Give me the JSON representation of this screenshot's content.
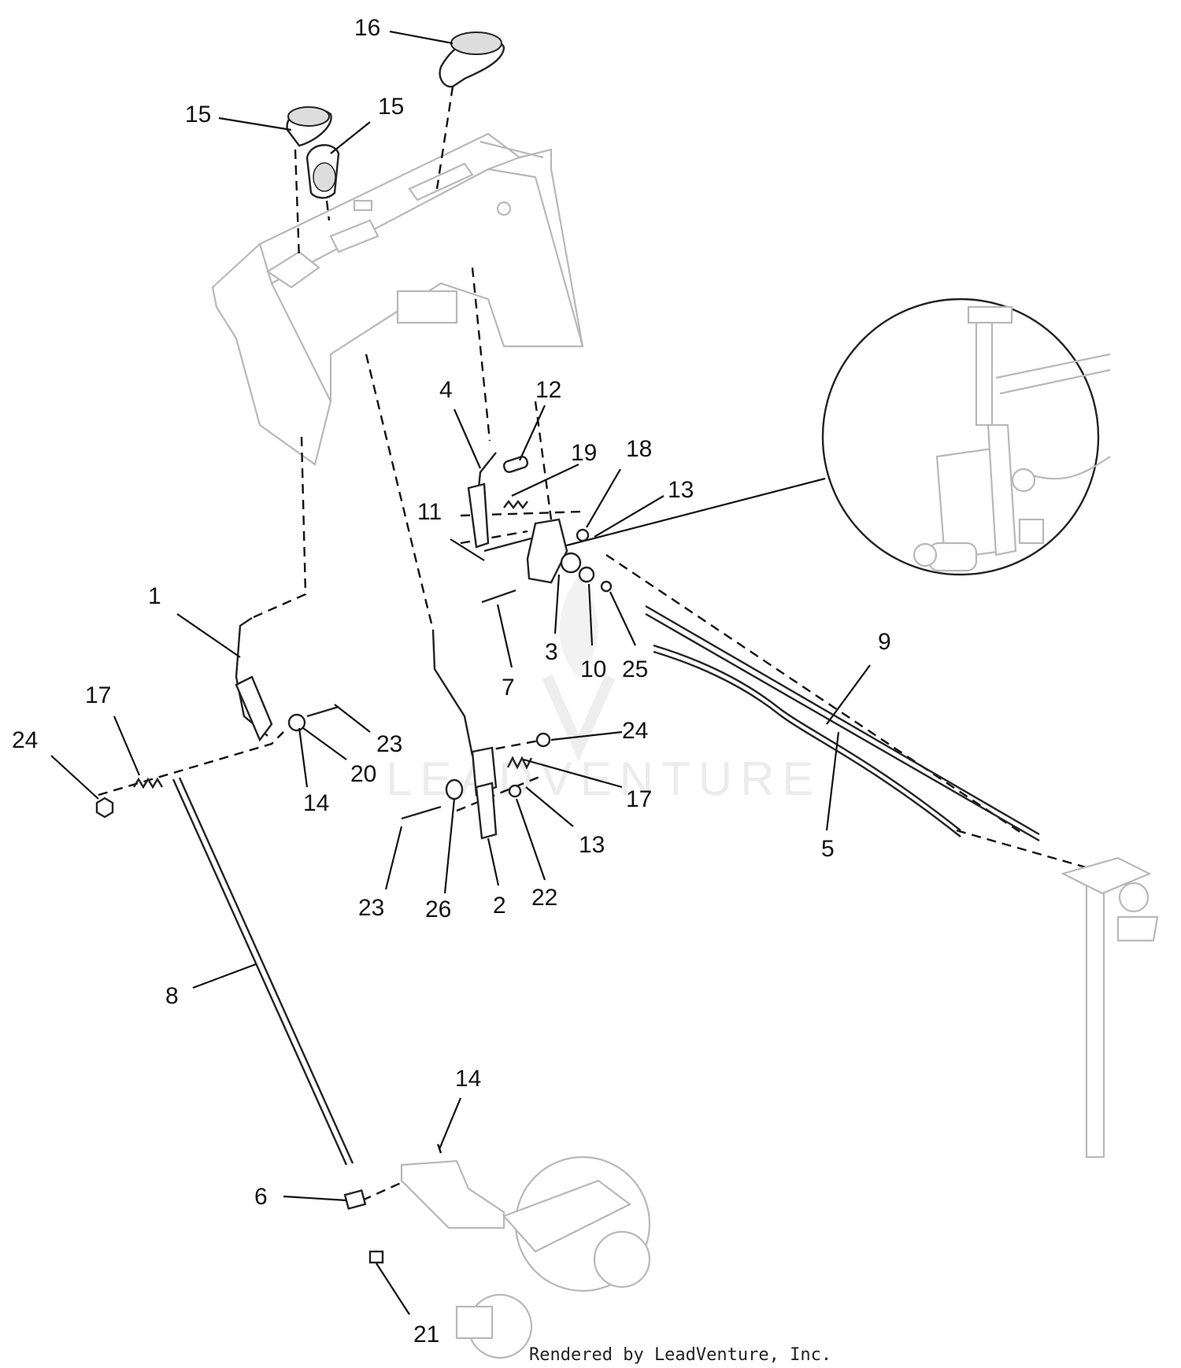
{
  "footer": "Rendered by LeadVenture, Inc.",
  "watermark": "LEADVENTURE",
  "callouts": [
    {
      "id": "c16",
      "label": "16"
    },
    {
      "id": "c15a",
      "label": "15"
    },
    {
      "id": "c15b",
      "label": "15"
    },
    {
      "id": "c4",
      "label": "4"
    },
    {
      "id": "c12",
      "label": "12"
    },
    {
      "id": "c19",
      "label": "19"
    },
    {
      "id": "c18",
      "label": "18"
    },
    {
      "id": "c13a",
      "label": "13"
    },
    {
      "id": "c11",
      "label": "11"
    },
    {
      "id": "c1",
      "label": "1"
    },
    {
      "id": "c3",
      "label": "3"
    },
    {
      "id": "c10",
      "label": "10"
    },
    {
      "id": "c25",
      "label": "25"
    },
    {
      "id": "c7",
      "label": "7"
    },
    {
      "id": "c9",
      "label": "9"
    },
    {
      "id": "c17a",
      "label": "17"
    },
    {
      "id": "c24a",
      "label": "24"
    },
    {
      "id": "c23a",
      "label": "23"
    },
    {
      "id": "c20",
      "label": "20"
    },
    {
      "id": "c14a",
      "label": "14"
    },
    {
      "id": "c24b",
      "label": "24"
    },
    {
      "id": "c17b",
      "label": "17"
    },
    {
      "id": "c5",
      "label": "5"
    },
    {
      "id": "c13b",
      "label": "13"
    },
    {
      "id": "c23b",
      "label": "23"
    },
    {
      "id": "c26",
      "label": "26"
    },
    {
      "id": "c2",
      "label": "2"
    },
    {
      "id": "c22",
      "label": "22"
    },
    {
      "id": "c8",
      "label": "8"
    },
    {
      "id": "c14b",
      "label": "14"
    },
    {
      "id": "c6",
      "label": "6"
    },
    {
      "id": "c21",
      "label": "21"
    }
  ]
}
